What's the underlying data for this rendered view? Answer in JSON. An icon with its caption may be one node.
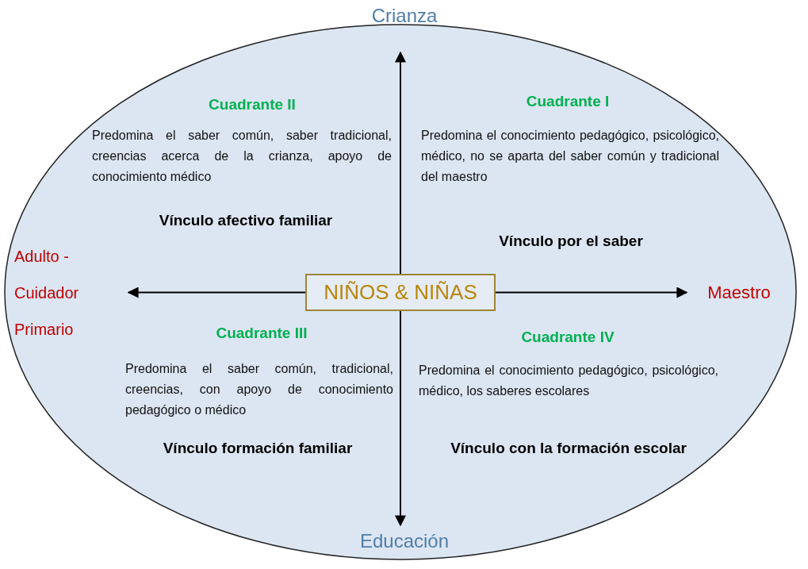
{
  "diagram": {
    "nodes": [
      {
        "text": [],
        "shape": "ellipse"
      },
      {
        "text": [
          "NIÑOS & NIÑAS"
        ],
        "in": 0
      },
      {
        "text": [
          "Crianza"
        ]
      },
      {
        "text": [
          "Educación"
        ],
        "in": 0
      },
      {
        "text": [
          "Adulto - Cuidador Primario"
        ],
        "in": 0
      },
      {
        "text": [
          "Maestro"
        ],
        "in": 0
      }
    ],
    "edges": [
      {
        "from": 1,
        "to": 2,
        "arrow": "to"
      },
      {
        "from": 1,
        "to": 3,
        "arrow": "to"
      },
      {
        "from": 1,
        "to": 4,
        "arrow": "to"
      },
      {
        "from": 1,
        "to": 5,
        "arrow": "to"
      }
    ],
    "labels": [
      "Cuadrante II",
      "Cuadrante I",
      "Predomina el saber común, saber tradicional, creencias acerca de la crianza, apoyo de conocimiento médico",
      "Predomina el conocimiento pedagógico, psicológico, médico, no se aparta del saber común y tradicional del maestro",
      "Vínculo afectivo familiar",
      "Vínculo por el saber",
      "Cuadrante III",
      "Cuadrante IV",
      "Predomina el saber común, tradicional, creencias, con apoyo de conocimiento pedagógico o médico",
      "Predomina el conocimiento pedagógico, psicológico, médico, los saberes escolares",
      "Vínculo formación familiar",
      "Vínculo con la formación escolar"
    ]
  }
}
